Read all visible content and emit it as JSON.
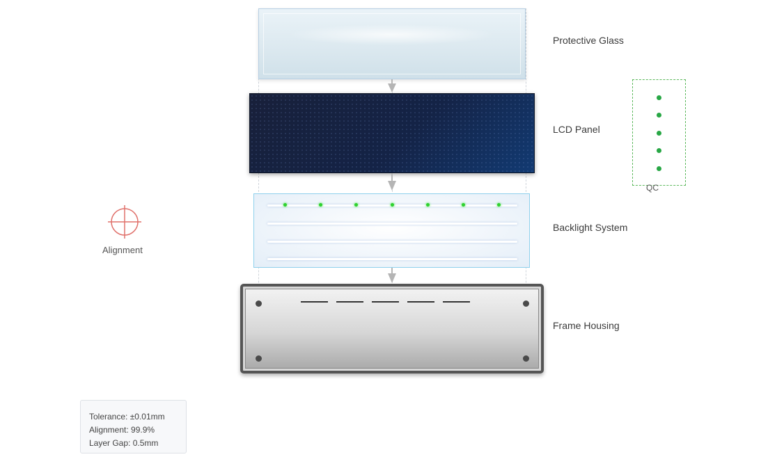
{
  "layers": [
    {
      "label": "Protective Glass"
    },
    {
      "label": "LCD Panel"
    },
    {
      "label": "Backlight System"
    },
    {
      "label": "Frame Housing"
    }
  ],
  "qc": {
    "label": "QC",
    "indicator_color": "#28a745",
    "indicator_count": 5
  },
  "alignment": {
    "label": "Alignment",
    "icon": "crosshair-icon",
    "color": "#e0706a"
  },
  "specs": {
    "tolerance": "Tolerance: ±0.01mm",
    "alignment": "Alignment: 99.9%",
    "layer_gap": "Layer Gap: 0.5mm"
  },
  "colors": {
    "led": "#2fd12f",
    "lcd_panel": "#142346",
    "frame_border": "#555555",
    "arrow": "#b5b5b5"
  }
}
